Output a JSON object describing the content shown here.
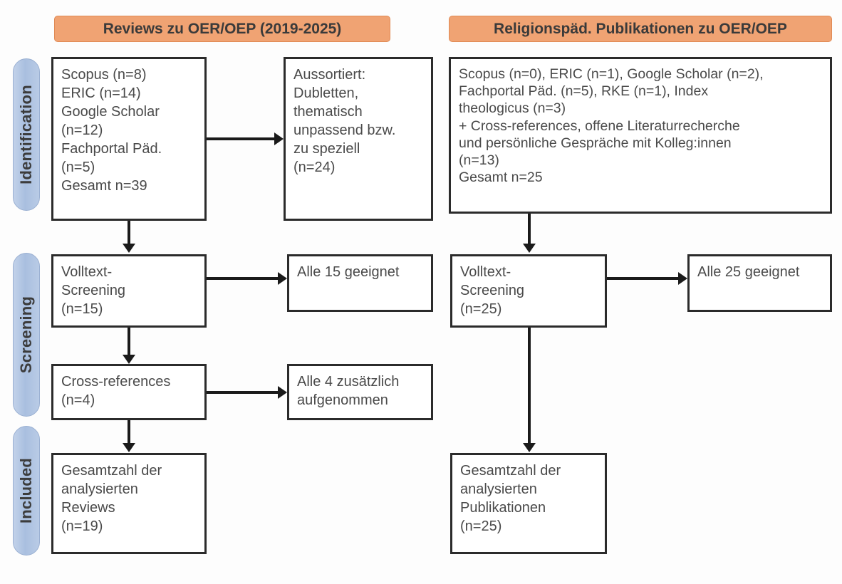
{
  "diagram": {
    "type": "prisma-flow-diagram",
    "title_bars": [
      {
        "id": "left",
        "label": "Reviews zu OER/OEP (2019-2025)"
      },
      {
        "id": "right",
        "label": "Religionspäd. Publikationen zu OER/OEP"
      }
    ],
    "stages": [
      {
        "id": "identification",
        "label": "Identification"
      },
      {
        "id": "screening",
        "label": "Screening"
      },
      {
        "id": "included",
        "label": "Included"
      }
    ],
    "colors": {
      "header_bar": "#F0A373",
      "header_bar_border": "#E08A55",
      "stage_pill": "#AEC3E0",
      "stage_pill_border": "#9AB0D2",
      "box_border": "#2B2B2B",
      "box_fill": "#FFFFFF",
      "text": "#4A4A4A",
      "connector": "#1A1A1A"
    },
    "boxes": {
      "left_sources": "Scopus (n=8)\nERIC (n=14)\nGoogle Scholar\n(n=12)\nFachportal Päd.\n(n=5)\nGesamt n=39",
      "left_excluded": "Aussortiert:\nDubletten,\nthematisch\nunpassend bzw.\nzu speziell\n(n=24)",
      "left_fulltext": "Volltext-\nScreening\n(n=15)",
      "left_fulltext_result": "Alle 15 geeignet",
      "left_crossrefs": "Cross-references\n(n=4)",
      "left_crossrefs_result": "Alle 4 zusätzlich\naufgenommen",
      "left_included": "Gesamtzahl der\nanalysierten\nReviews\n(n=19)",
      "right_sources": "Scopus (n=0), ERIC (n=1), Google Scholar (n=2),\nFachportal Päd. (n=5), RKE (n=1), Index\ntheologicus (n=3)\n+ Cross-references, offene Literaturrecherche\nund persönliche Gespräche mit Kolleg:innen\n(n=13)\nGesamt n=25",
      "right_fulltext": "Volltext-\nScreening\n(n=25)",
      "right_fulltext_result": "Alle 25 geeignet",
      "right_included": "Gesamtzahl der\nanalysierten\nPublikationen\n(n=25)"
    },
    "counts": {
      "left_scopus": 8,
      "left_eric": 14,
      "left_google_scholar": 12,
      "left_fachportal": 5,
      "left_total": 39,
      "left_excluded": 24,
      "left_fulltext_screened": 15,
      "left_fulltext_suitable": 15,
      "left_crossrefs": 4,
      "left_crossrefs_added": 4,
      "left_included": 19,
      "right_scopus": 0,
      "right_eric": 1,
      "right_google_scholar": 2,
      "right_fachportal": 5,
      "right_rke": 1,
      "right_index_theologicus": 3,
      "right_additional": 13,
      "right_total": 25,
      "right_fulltext_screened": 25,
      "right_fulltext_suitable": 25,
      "right_included": 25
    }
  }
}
